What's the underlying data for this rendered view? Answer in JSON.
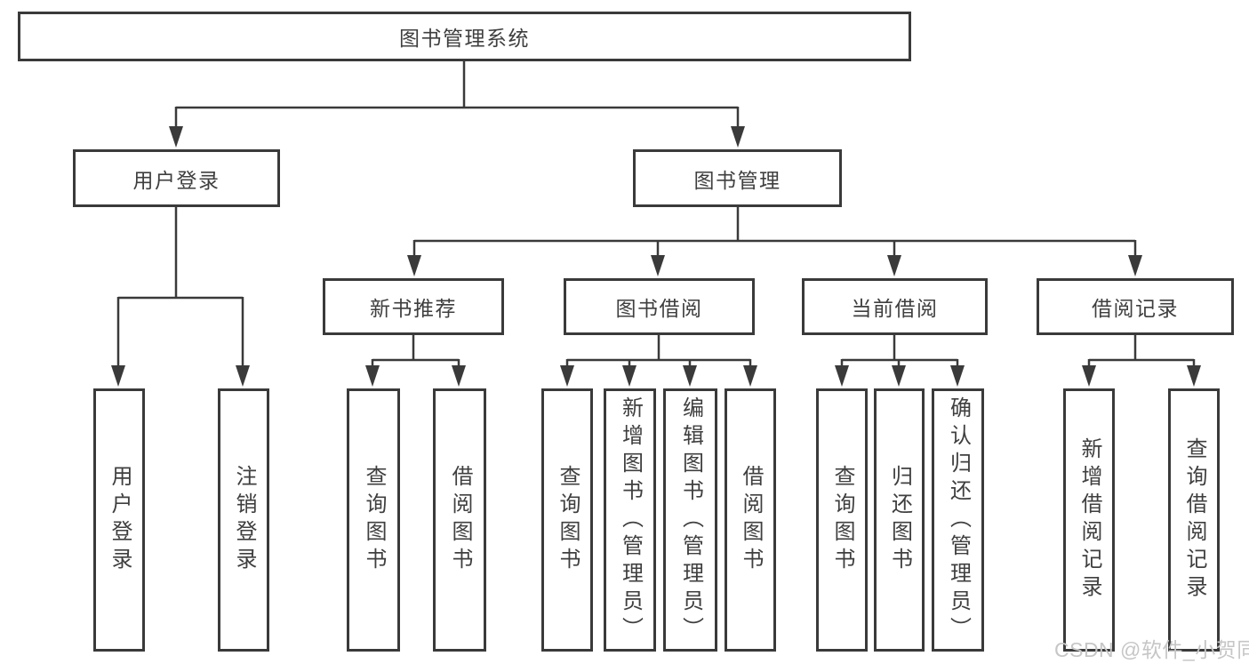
{
  "colors": {
    "line": "#3a3a3a",
    "box_border": "#3a3a3a",
    "box_text": "#3f3f3f",
    "background": "#ffffff",
    "watermark": "#c6c6c6"
  },
  "nodes": {
    "root": {
      "label": "图书管理系统"
    },
    "user_login": {
      "label": "用户登录",
      "children": [
        {
          "label": "用户登录"
        },
        {
          "label": "注销登录"
        }
      ]
    },
    "book_management": {
      "label": "图书管理"
    },
    "new_book_recommendation": {
      "label": "新书推荐",
      "children": [
        {
          "label": "查询图书"
        },
        {
          "label": "借阅图书"
        }
      ]
    },
    "book_borrowing": {
      "label": "图书借阅",
      "children": [
        {
          "label": "查询图书"
        },
        {
          "label": "新增图书（管理员）"
        },
        {
          "label": "编辑图书（管理员）"
        },
        {
          "label": "借阅图书"
        }
      ]
    },
    "current_borrowing": {
      "label": "当前借阅",
      "children": [
        {
          "label": "查询图书"
        },
        {
          "label": "归还图书"
        },
        {
          "label": "确认归还（管理员）"
        }
      ]
    },
    "borrowing_records": {
      "label": "借阅记录",
      "children": [
        {
          "label": "新增借阅记录"
        },
        {
          "label": "查询借阅记录"
        }
      ]
    }
  },
  "watermark": {
    "text": "CSDN @软件_小贺同学"
  }
}
